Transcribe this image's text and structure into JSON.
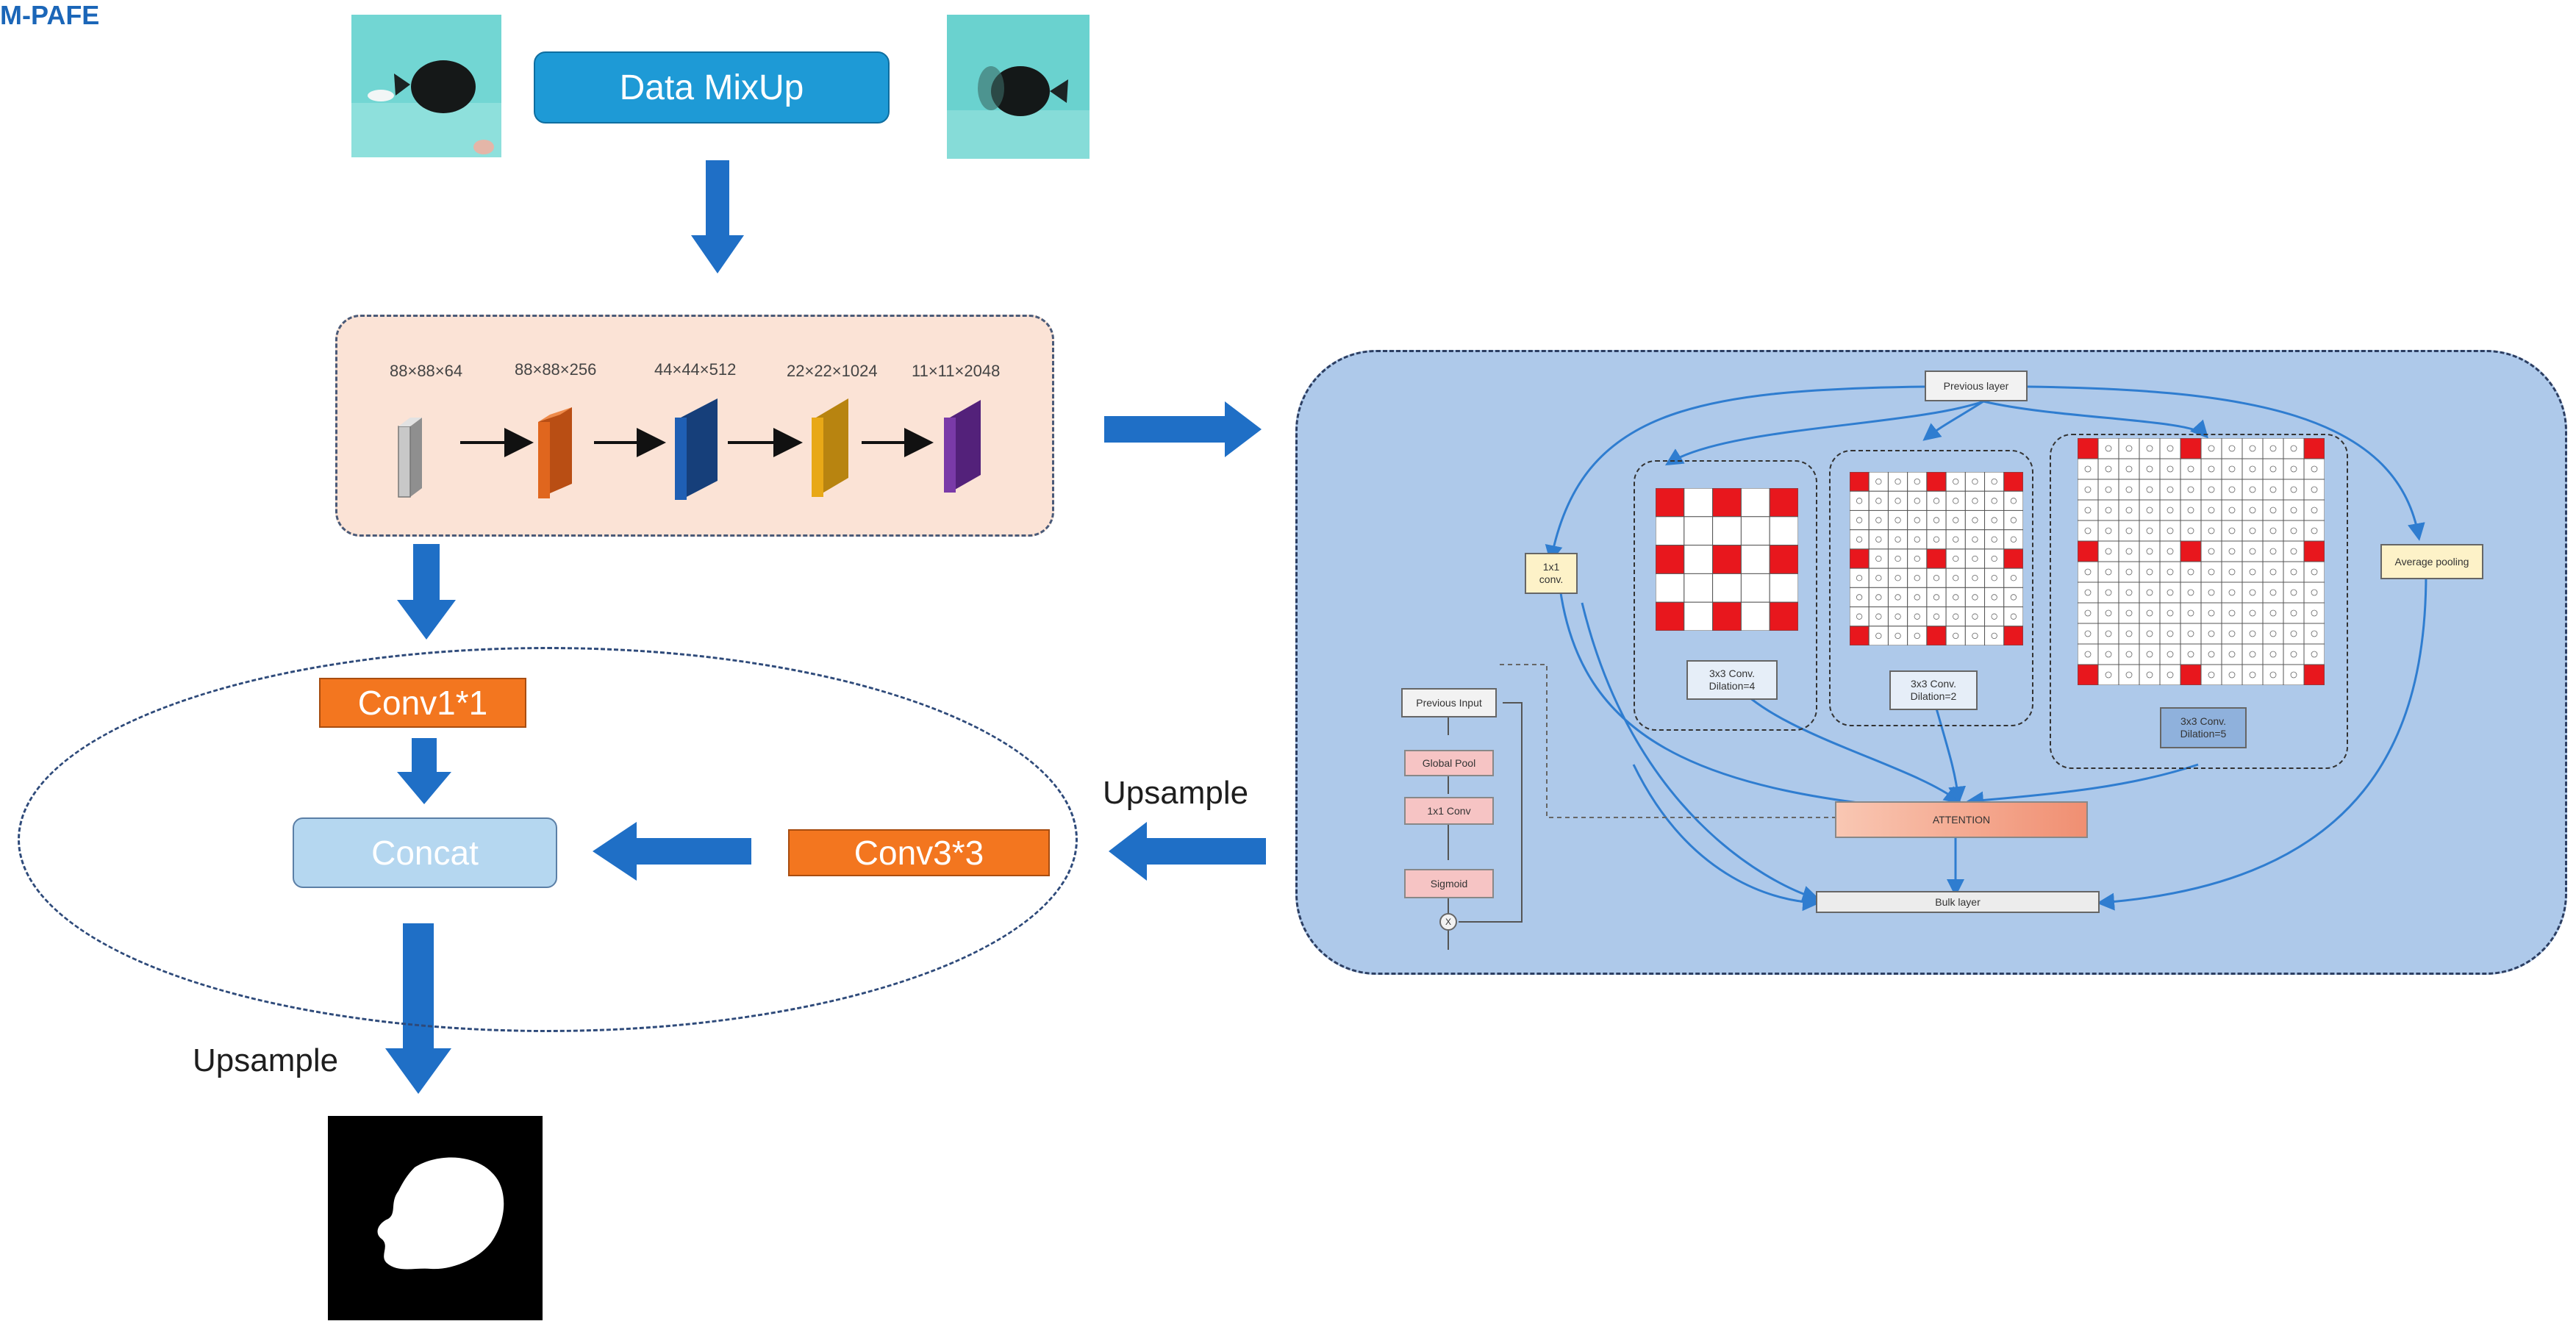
{
  "mixup": {
    "label": "Data MixUp"
  },
  "encoder": {
    "stages": [
      {
        "dim": "88×88×64",
        "color": "#c8c8c8"
      },
      {
        "dim": "88×88×256",
        "color": "#e0661e"
      },
      {
        "dim": "44×44×512",
        "color": "#1f5fb4"
      },
      {
        "dim": "22×22×1024",
        "color": "#e8a817"
      },
      {
        "dim": "11×11×2048",
        "color": "#7a3aa8"
      }
    ]
  },
  "decoder": {
    "conv1_label": "Conv1*1",
    "concat_label": "Concat",
    "conv3_label": "Conv3*3",
    "upsample_right": "Upsample",
    "upsample_bottom": "Upsample"
  },
  "mpafe": {
    "title": "M-PAFE",
    "previous_layer": "Previous layer",
    "conv1x1": "1x1\nconv.",
    "average_pooling": "Average pooling",
    "branch1": "3x3 Conv.\nDilation=4",
    "branch2": "3x3 Conv.\nDilation=2",
    "branch3": "3x3 Conv.\nDilation=5",
    "attention": "ATTENTION",
    "bulk_layer": "Bulk layer",
    "side_input": "Previous Input",
    "global_pool": "Global Pool",
    "conv_1x1": "1x1 Conv",
    "sigmoid": "Sigmoid",
    "multiply": "X"
  },
  "colors": {
    "arrow": "#1f6fc6",
    "mixup": "#1e9ad6",
    "orange": "#f3761f",
    "panel": "#aec9ea",
    "red_cell": "#e8171d"
  }
}
